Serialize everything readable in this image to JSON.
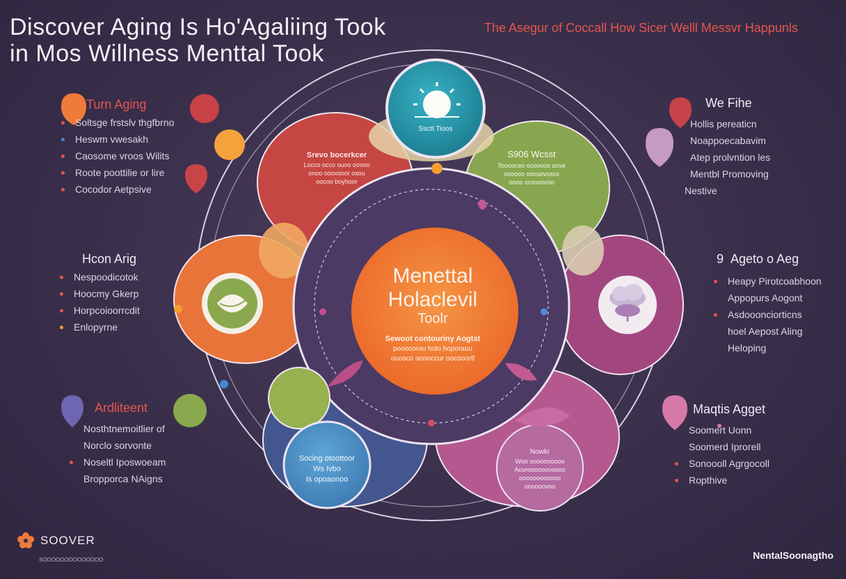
{
  "title": {
    "line1": "Discover Aging Is Ho'Agaliing Took",
    "line2": "in Mos Willness Menttal Took",
    "subtitle": "The Asegur of Coccall How Sicer Welll Messvr Happunls"
  },
  "center": {
    "line1": "Menettal",
    "line2": "Holaclevil",
    "line3": "Toolr",
    "desc1": "Sewoot contouriny Aogtst",
    "desc2": "pooocorou holo hoporaou",
    "desc3": "ouosco oonoccur oocooortl"
  },
  "petals": {
    "top": {
      "label": "Ssctt Tioos"
    },
    "top_left": {
      "title": "Srevo bocerkcer",
      "l1": "Locco occo ouoo oovoo",
      "l2": "onoo ooovsoor osou",
      "l3": "oocoo boyhoor"
    },
    "top_right": {
      "title": "S906 Wcsst",
      "l1": "Tooooceo ocoovoo oove",
      "l2": "oooooo oocsovosco",
      "l3": "oooo oroooovoo"
    },
    "bottom_left": {
      "l1": "Socing otoottoor",
      "l2": "Ws Ivbo",
      "l3": "Is opoaonoo"
    },
    "bottom_right": {
      "title": "Nowkr",
      "l1": "Woo oooooooooo",
      "l2": "Aovroooooovoooo",
      "l3": "oooooooooooo",
      "l4": "oooooovoo"
    }
  },
  "left_top": {
    "title": "Turn Aging",
    "items": [
      "Soltsge frstslv thgfbrno",
      "Heswm vwesakh",
      "Caosome vroos Wilits",
      "Roote poottilie or lire",
      "Cocodor Aetpsive"
    ]
  },
  "left_mid": {
    "title": "Hcon Arig",
    "items": [
      "Nespoodicotok",
      "Hoocmy Gkerp",
      "Horpcoioorrcdit",
      "Enlopyrne"
    ]
  },
  "left_bottom": {
    "title": "Ardliteent",
    "items": [
      "Nosthtnemoitlier of",
      "Norclo sorvonte",
      "Noseltl Iposwoeam",
      "Bropporca NAigns"
    ]
  },
  "right_top": {
    "title": "We Fihe",
    "items": [
      "Hollis pereaticn",
      "Noappoecabavim",
      "Atep prolvntion les",
      "Mentbl Promoving",
      "Nestive"
    ]
  },
  "right_mid": {
    "title": "Ageto o Aeg",
    "number": "9",
    "items": [
      "Heapy Pirotcoabhoon",
      "Appopurs Aogont",
      "Asdooonciorticns",
      "hoel Aepost Aling",
      "Heloping"
    ]
  },
  "right_bottom": {
    "title": "Maqtis Agget",
    "items": [
      "Soomert Uonn",
      "Soomerd Iprorell",
      "Sonoooll Agrgocoll",
      "Ropthive"
    ]
  },
  "footer": {
    "logo_text": "SOOVER",
    "logo_sub": "SOOOOOOOOOOOOOO",
    "brand": "NentalSoonagtho"
  },
  "colors": {
    "accent_red": "#e4564e",
    "red_petal": "#c64845",
    "green_petal": "#8bab52",
    "teal": "#2a93a8",
    "orange": "#f07a2e",
    "purple": "#a04d86",
    "blue_petal": "#4a5d98"
  }
}
